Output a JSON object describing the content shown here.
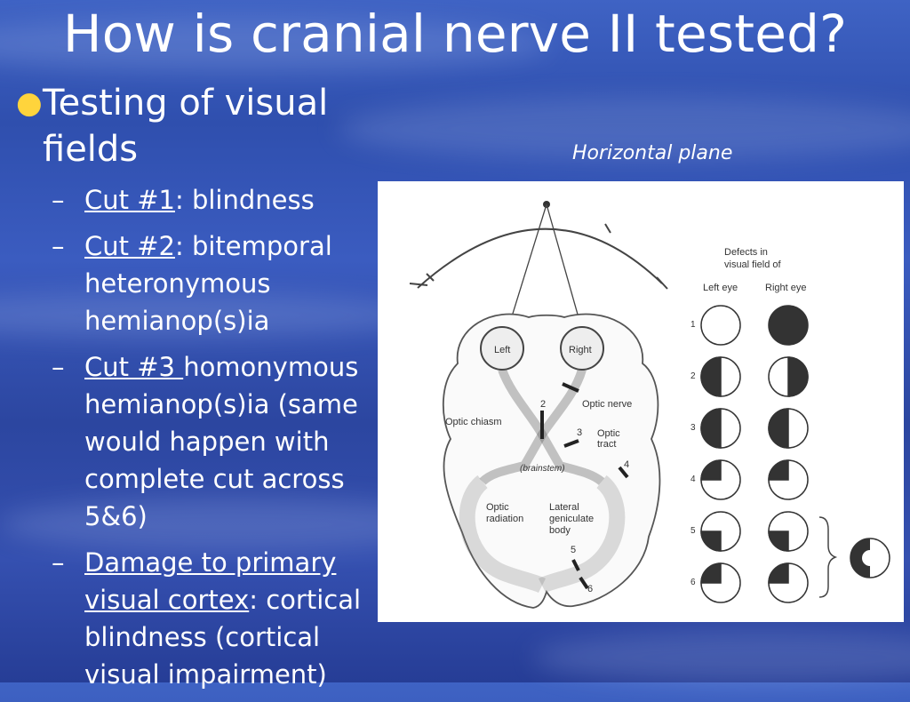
{
  "title": "How is cranial nerve II tested?",
  "main_bullet": "Testing of visual fields",
  "sub_items": [
    {
      "dash": "–",
      "link": "Cut #1",
      "rest": ": blindness"
    },
    {
      "dash": "–",
      "link": "Cut #2",
      "rest": ": bitemporal heteronymous hemianop(s)ia"
    },
    {
      "dash": "–",
      "link": "Cut #3 ",
      "rest": "homonymous hemianop(s)ia (same would happen with complete cut across 5&6)"
    },
    {
      "dash": "–",
      "link": "Damage to primary visual cortex",
      "rest": ": cortical blindness (cortical visual impairment)"
    }
  ],
  "plane_label": "Horizontal plane",
  "diagram": {
    "header_line1": "Defects in",
    "header_line2": "visual field of",
    "left_eye": "Left eye",
    "right_eye": "Right eye",
    "eye_left": "Left",
    "eye_right": "Right",
    "optic_nerve": "Optic nerve",
    "optic_chiasm": "Optic chiasm",
    "optic_tract_1": "Optic",
    "optic_tract_2": "tract",
    "optic_radiation_1": "Optic",
    "optic_radiation_2": "radiation",
    "lgb_1": "Lateral",
    "lgb_2": "geniculate",
    "lgb_3": "body",
    "brainstem": "(brainstem)",
    "nums": [
      "1",
      "2",
      "3",
      "4",
      "5",
      "6"
    ]
  },
  "colors": {
    "bullet": "#ffd43c",
    "background": "#3352b4",
    "panel": "#ffffff",
    "defect": "#333333"
  }
}
